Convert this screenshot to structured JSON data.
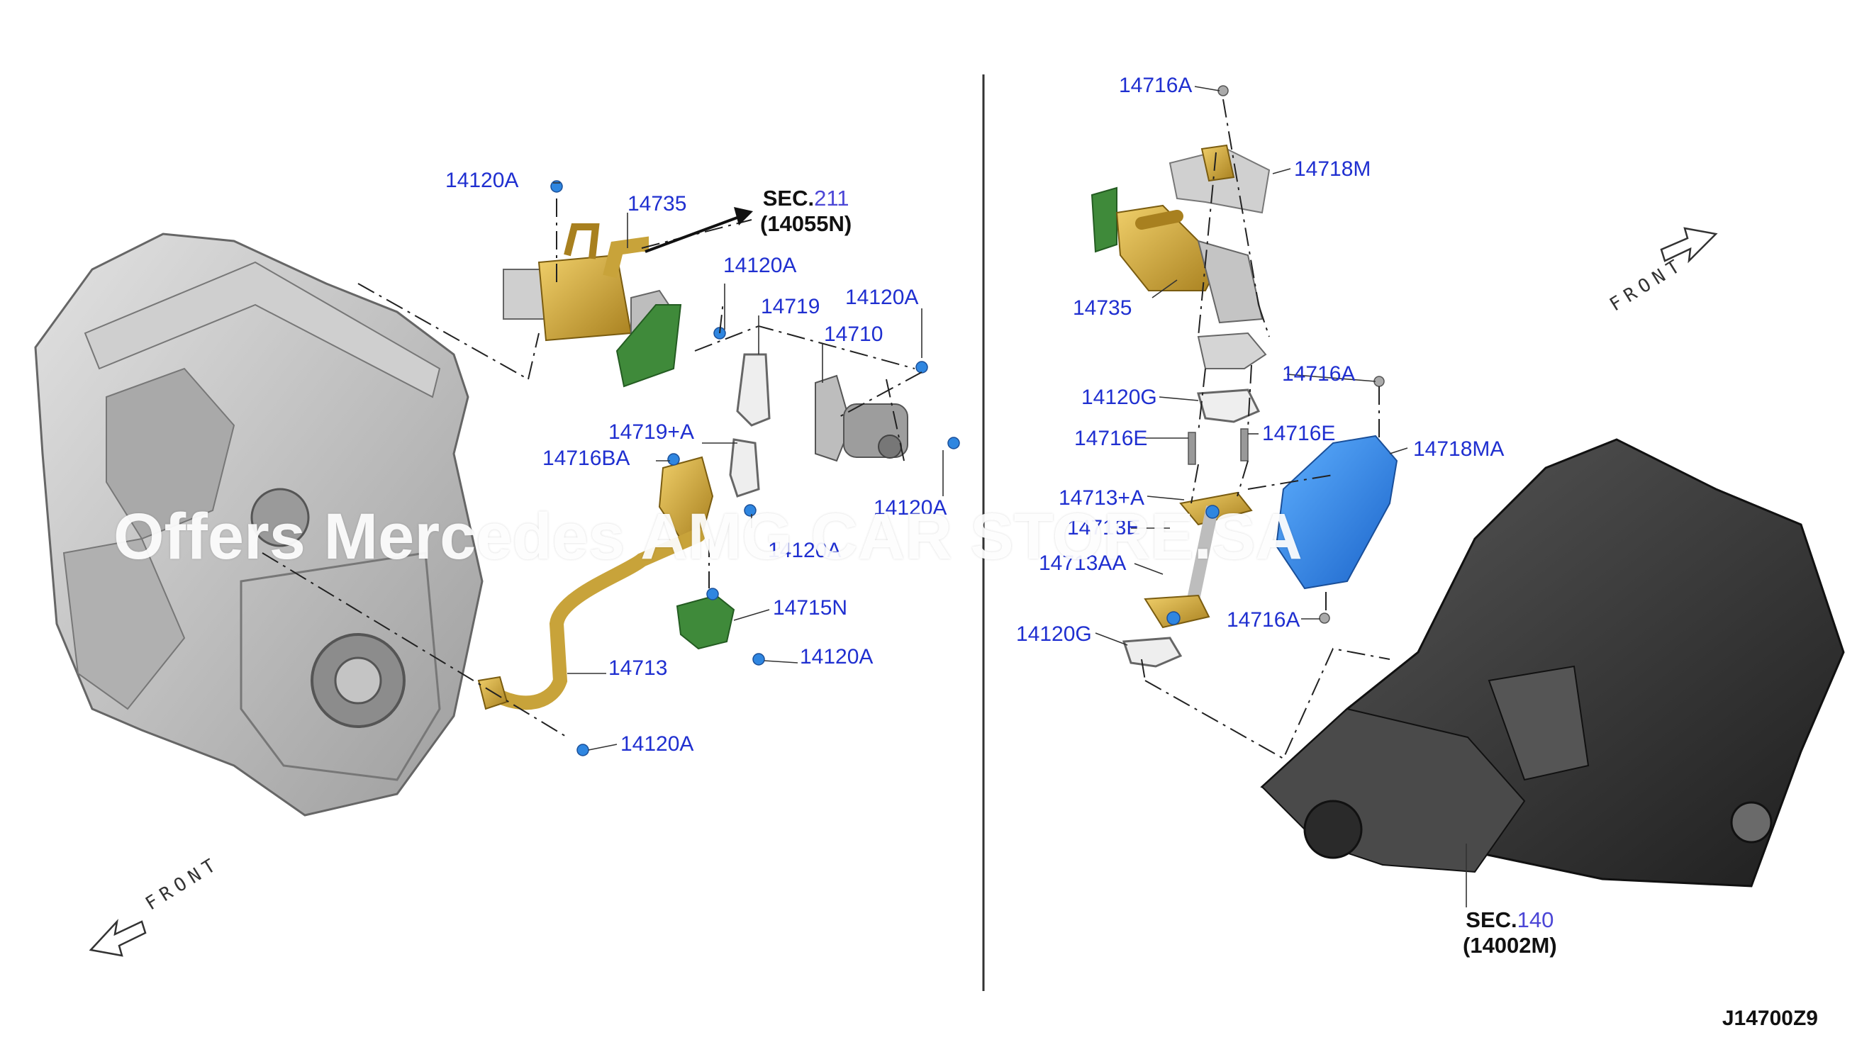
{
  "labels": {
    "l1": "14120A",
    "l2": "14735",
    "l3": "14120A",
    "l4": "14719",
    "l5": "14120A",
    "l6": "14710",
    "l7": "14719+A",
    "l8": "14716BA",
    "l9": "14120A",
    "l10": "14120A",
    "l11": "14715N",
    "l12": "14120A",
    "l13": "14713",
    "l14": "14120A",
    "r1": "14716A",
    "r2": "14718M",
    "r3": "14735",
    "r4": "14120G",
    "r5": "14716A",
    "r6": "14716E",
    "r7": "14716E",
    "r8": "14718MA",
    "r9": "14713+A",
    "r10": "14713E",
    "r11": "14713AA",
    "r12": "14716A",
    "r13": "14120G"
  },
  "sections": {
    "top": {
      "prefix": "SEC.",
      "num": "211",
      "ref": "(14055N)"
    },
    "bottom": {
      "prefix": "SEC.",
      "num": "140",
      "ref": "(14002M)"
    }
  },
  "front_label": "FRONT",
  "diagram_code": "J14700Z9",
  "watermark": "Offers Mercedes AMG CAR STORE.SA",
  "colors": {
    "label": "#1f2fd0",
    "brass": "#c8a33a",
    "green": "#3f8a3a",
    "blue_shield": "#2f86e0",
    "grey_engine": "#b8b8b8",
    "dark_engine": "#3a3a3a"
  }
}
